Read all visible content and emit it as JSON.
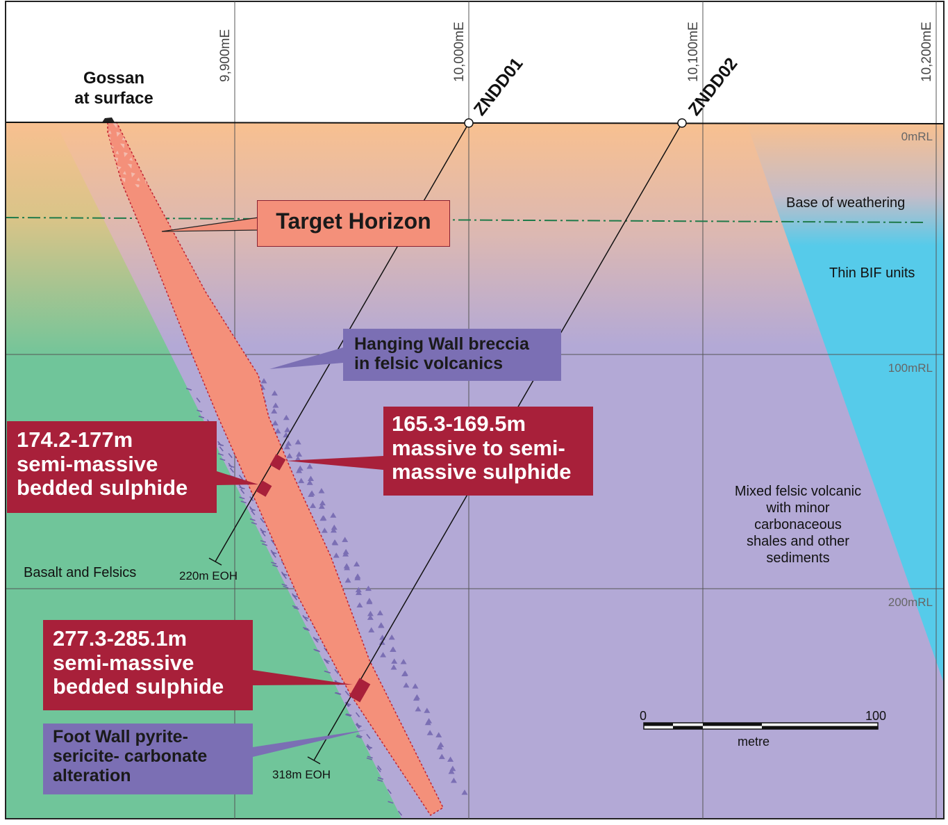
{
  "eastings": [
    "9,900mE",
    "10,000mE",
    "10,100mE",
    "10,200mE"
  ],
  "elevations": [
    "0mRL",
    "100mRL",
    "200mRL"
  ],
  "surface_feature": {
    "line1": "Gossan",
    "line2": "at surface"
  },
  "drillholes": [
    {
      "name": "ZNDD01",
      "eoh": "220m EOH"
    },
    {
      "name": "ZNDD02",
      "eoh": "318m EOH"
    }
  ],
  "callouts": {
    "target_horizon": "Target Horizon",
    "hanging_wall": [
      "Hanging Wall breccia",
      "in felsic volcanics"
    ],
    "intercept_174": [
      "174.2-177m",
      "semi-massive",
      "bedded sulphide"
    ],
    "intercept_165": [
      "165.3-169.5m",
      "massive to semi-",
      "massive sulphide"
    ],
    "intercept_277": [
      "277.3-285.1m",
      "semi-massive",
      "bedded sulphide"
    ],
    "foot_wall": [
      "Foot Wall pyrite-",
      "sericite- carbonate",
      "alteration"
    ]
  },
  "unit_labels": {
    "base_of_weathering": "Base of weathering",
    "thin_bif": "Thin BIF units",
    "basalt": "Basalt and Felsics",
    "mixed": [
      "Mixed felsic volcanic",
      "with minor",
      "carbonaceous",
      "shales and other",
      "sediments"
    ]
  },
  "scale_bar": {
    "start": "0",
    "end": "100",
    "unit": "metre"
  },
  "colors": {
    "target_horizon_fill": "#f4907a",
    "sulphide_fill": "#a8203a",
    "breccia_fill": "#7b6fb4",
    "felsic_volcanics": "#b3a9d6",
    "basalt": "#70c59a",
    "bif": "#56cbea",
    "weathering_top": "#f8c090",
    "weathering_line": "#1e7a4a"
  }
}
